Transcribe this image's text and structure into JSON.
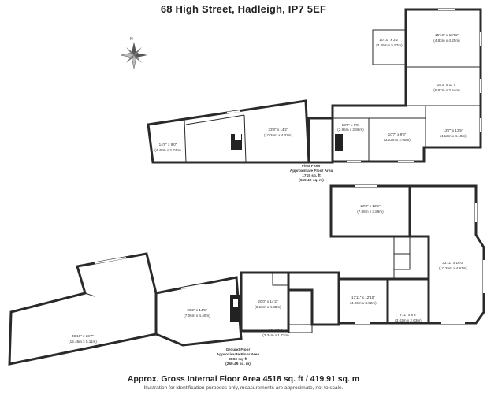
{
  "title": "68 High Street, Hadleigh, IP7 5EF",
  "footer": {
    "total_area": "Approx. Gross Internal Floor Area 4518 sq. ft / 419.91 sq. m",
    "disclaimer": "Illustration for identification purposes only, measurements are approximate, not to scale."
  },
  "first_floor": {
    "label_line1": "First Floor",
    "label_line2": "Approximate Floor Area",
    "label_line3": "1715 sq. ft",
    "label_line4": "(159.42 sq. m)",
    "rooms": [
      {
        "imp": "10'10\" x 3'2\"",
        "met": "(3.29m x 5.97m)"
      },
      {
        "imp": "15'10\" x 13'11\"",
        "met": "(4.83m x 4.25m)"
      },
      {
        "imp": "19'3\" x 11'7\"",
        "met": "(5.87m x 3.54m)"
      },
      {
        "imp": "13'7\" x 13'5\"",
        "met": "(4.13m x 4.10m)"
      },
      {
        "imp": "13'0\" x 9'5\"",
        "met": "(3.95m x 2.86m)"
      },
      {
        "imp": "10'7\" x 9'6\"",
        "met": "(3.23m x 2.90m)"
      },
      {
        "imp": "33'8\" x 14'2\"",
        "met": "(10.26m x 4.32m)"
      },
      {
        "imp": "14'8\" x 9'0\"",
        "met": "(4.48m x 2.74m)"
      }
    ]
  },
  "ground_floor": {
    "label_line1": "Ground Floor",
    "label_line2": "Approximate Floor Area",
    "label_line3": "2803 sq. ft",
    "label_line4": "(260.49 sq. m)",
    "rooms": [
      {
        "imp": "23'3\" x 12'9\"",
        "met": "(7.08m x 3.89m)"
      },
      {
        "imp": "33'11\" x 16'0\"",
        "met": "(10.35m x 4.87m)"
      },
      {
        "imp": "13'11\" x 12'10\"",
        "met": "(4.23m x 3.92m)"
      },
      {
        "imp": "9'11\" x 8'8\"",
        "met": "(3.02m x 2.63m)"
      },
      {
        "imp": "20'0\" x 14'2\"",
        "met": "(6.10m x 4.33m)"
      },
      {
        "imp": "23'2\" x 14'5\"",
        "met": "(7.06m x 4.40m)"
      },
      {
        "imp": "7'8\" x 5'8\"",
        "met": "(2.34m x 1.73m)"
      },
      {
        "imp": "40'10\" x 26'7\"",
        "met": "(12.45m x 8.11m)"
      }
    ]
  }
}
